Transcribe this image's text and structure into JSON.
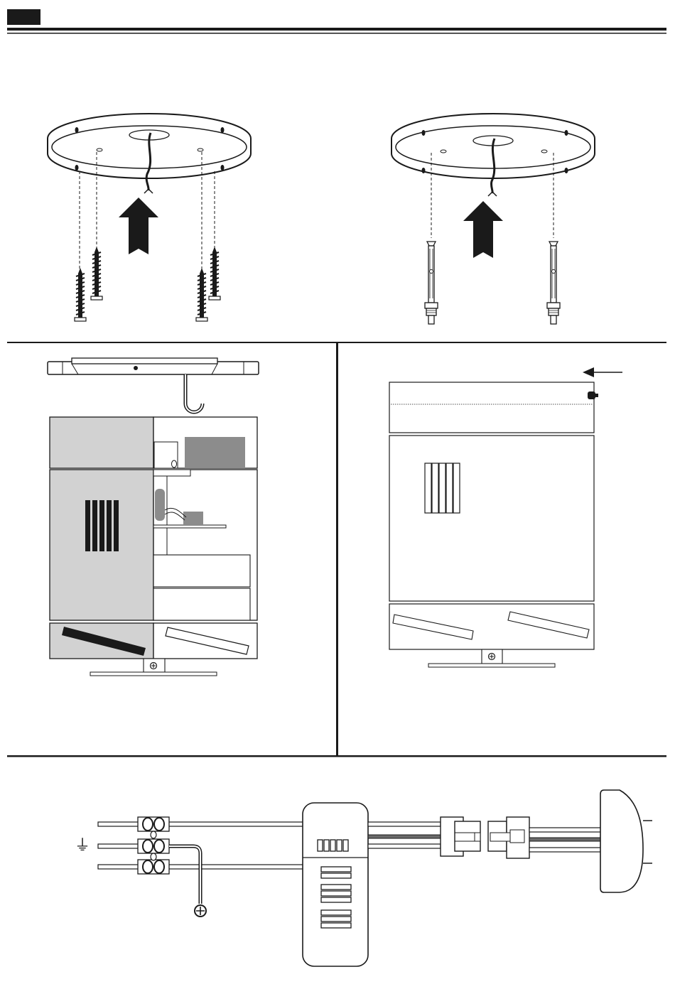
{
  "page": {
    "header_tag": ""
  },
  "colors": {
    "ink": "#1a1a1a",
    "panel_gray": "#d2d2d2",
    "block_gray": "#8c8c8c",
    "paper": "#ffffff"
  },
  "panels": [
    {
      "id": "step-mount-screws",
      "icon": "ceiling-mount-plate-with-wood-screws"
    },
    {
      "id": "step-mount-anchors",
      "icon": "ceiling-mount-plate-with-expansion-anchors"
    },
    {
      "id": "step-hook-fixture",
      "icon": "fixture-side-view-with-hook"
    },
    {
      "id": "step-front-panel",
      "icon": "fixture-front-view-with-arrow"
    },
    {
      "id": "step-wiring",
      "icon": "terminal-block-driver-connector-plug"
    }
  ],
  "wiring": {
    "ground_symbol": "⏚"
  }
}
